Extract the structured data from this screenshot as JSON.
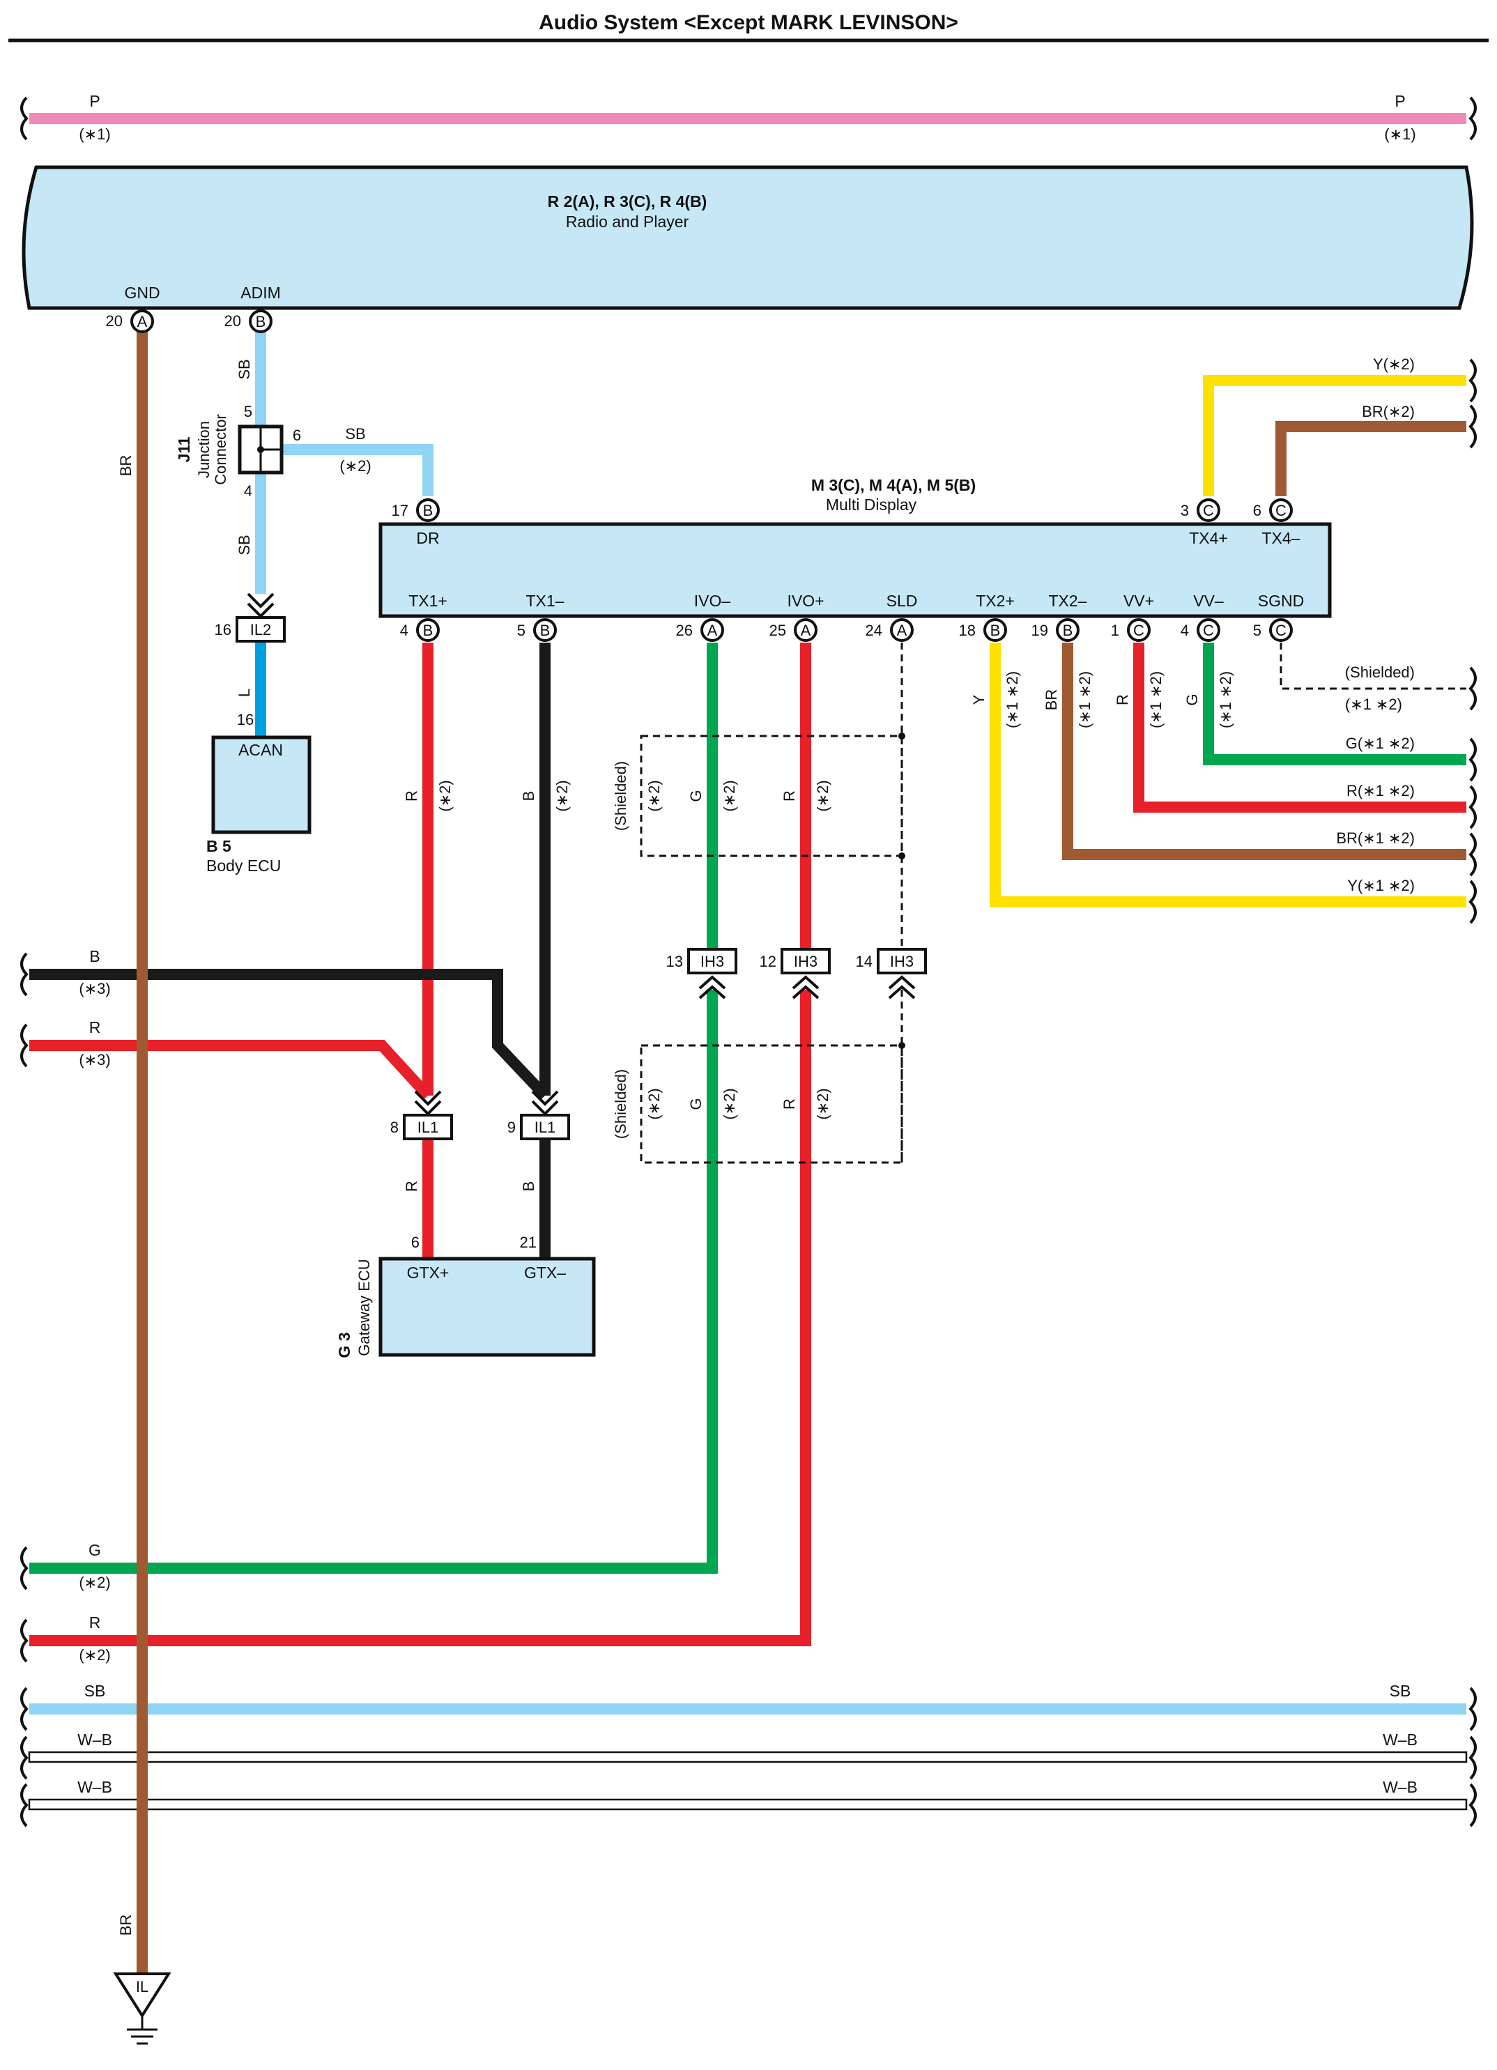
{
  "title": "Audio System <Except MARK LEVINSON>",
  "colors": {
    "P": "#f08ab8",
    "SB": "#90d4f4",
    "L": "#00a0e0",
    "BR": "#a05a32",
    "R": "#e8202a",
    "B": "#1a1a1a",
    "G": "#00a650",
    "Y": "#ffe000",
    "W": "#ffffff",
    "component_fill": "#c6e8f6"
  },
  "top_wire": {
    "left_label": "P",
    "left_note": "(∗1)",
    "right_label": "P",
    "right_note": "(∗1)"
  },
  "radio": {
    "code": "R 2(A), R 3(C), R 4(B)",
    "name": "Radio and Player",
    "pins": [
      {
        "name": "GND",
        "num": "20",
        "conn": "A"
      },
      {
        "name": "ADIM",
        "num": "20",
        "conn": "B"
      }
    ]
  },
  "junction": {
    "code": "J11",
    "name_line1": "Junction",
    "name_line2": "Connector",
    "pin5": "5",
    "pin6": "6",
    "pin4": "4",
    "sb_label": "SB",
    "sb_note": "(∗2)"
  },
  "wire_labels": {
    "gnd_wire": "BR",
    "adim_wire_top": "SB",
    "adim_wire_bottom": "SB",
    "acan_wire": "L"
  },
  "il2": {
    "pin": "16",
    "name": "IL2"
  },
  "body_ecu": {
    "code": "B 5",
    "name": "Body ECU",
    "pin_num": "16",
    "pin_name": "ACAN"
  },
  "multi_display": {
    "code": "M 3(C), M 4(A), M 5(B)",
    "name": "Multi Display",
    "top_pins": [
      {
        "num": "17",
        "conn": "B",
        "name": "DR"
      },
      {
        "num": "3",
        "conn": "C",
        "name": "TX4+"
      },
      {
        "num": "6",
        "conn": "C",
        "name": "TX4–"
      }
    ],
    "bottom_pins": [
      {
        "num": "4",
        "conn": "B",
        "name": "TX1+"
      },
      {
        "num": "5",
        "conn": "B",
        "name": "TX1–"
      },
      {
        "num": "26",
        "conn": "A",
        "name": "IVO–"
      },
      {
        "num": "25",
        "conn": "A",
        "name": "IVO+"
      },
      {
        "num": "24",
        "conn": "A",
        "name": "SLD"
      },
      {
        "num": "18",
        "conn": "B",
        "name": "TX2+"
      },
      {
        "num": "19",
        "conn": "B",
        "name": "TX2–"
      },
      {
        "num": "1",
        "conn": "C",
        "name": "VV+"
      },
      {
        "num": "4",
        "conn": "C",
        "name": "VV–"
      },
      {
        "num": "5",
        "conn": "C",
        "name": "SGND"
      }
    ]
  },
  "right_wires": [
    {
      "label": "Y(∗2)"
    },
    {
      "label": "BR(∗2)"
    },
    {
      "label": "(Shielded)",
      "note": "(∗1 ∗2)"
    },
    {
      "label": "G(∗1 ∗2)"
    },
    {
      "label": "R(∗1 ∗2)"
    },
    {
      "label": "BR(∗1 ∗2)"
    },
    {
      "label": "Y(∗1 ∗2)"
    }
  ],
  "vertical_labels": {
    "tx1p": {
      "color": "R",
      "note": "(∗2)"
    },
    "tx1m": {
      "color": "B",
      "note": "(∗2)"
    },
    "ivom": {
      "color": "G",
      "note": "(∗2)"
    },
    "ivop": {
      "color": "R",
      "note": "(∗2)"
    },
    "tx2p": {
      "color": "Y",
      "note": "(∗1 ∗2)"
    },
    "tx2m": {
      "color": "BR",
      "note": "(∗1 ∗2)"
    },
    "vvp": {
      "color": "R",
      "note": "(∗1 ∗2)"
    },
    "vvm": {
      "color": "G",
      "note": "(∗1 ∗2)"
    },
    "shielded": "(Shielded)",
    "shield_note": "(∗2)"
  },
  "ih3": [
    {
      "pin": "13",
      "name": "IH3"
    },
    {
      "pin": "12",
      "name": "IH3"
    },
    {
      "pin": "14",
      "name": "IH3"
    }
  ],
  "left_wires": [
    {
      "label": "B",
      "note": "(∗3)"
    },
    {
      "label": "R",
      "note": "(∗3)"
    },
    {
      "label": "G",
      "note": "(∗2)"
    },
    {
      "label": "R",
      "note": "(∗2)"
    }
  ],
  "il1": [
    {
      "pin": "8",
      "name": "IL1",
      "wire": "R"
    },
    {
      "pin": "9",
      "name": "IL1",
      "wire": "B"
    }
  ],
  "gateway": {
    "code": "G 3",
    "name": "Gateway ECU",
    "pins": [
      {
        "num": "6",
        "name": "GTX+"
      },
      {
        "num": "21",
        "name": "GTX–"
      }
    ]
  },
  "bottom_wires": [
    {
      "left": "SB",
      "right": "SB"
    },
    {
      "left": "W–B",
      "right": "W–B"
    },
    {
      "left": "W–B",
      "right": "W–B"
    }
  ],
  "ground": {
    "wire": "BR",
    "name": "IL"
  }
}
